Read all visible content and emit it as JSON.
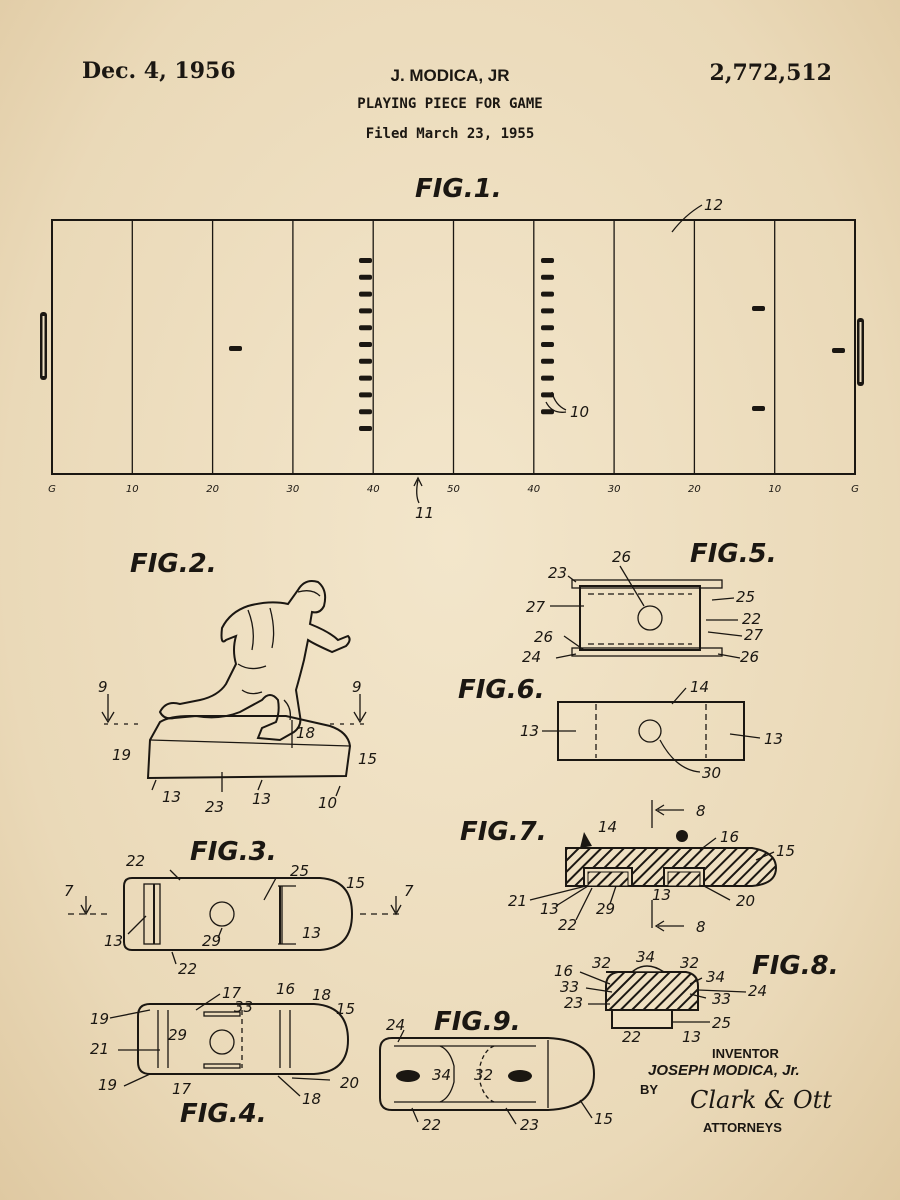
{
  "header": {
    "date": "Dec. 4, 1956",
    "inventor": "J. MODICA, JR",
    "title": "PLAYING PIECE FOR GAME",
    "filed": "Filed March 23, 1955",
    "patent_number": "2,772,512"
  },
  "figures": {
    "fig1": "FIG.1.",
    "fig2": "FIG.2.",
    "fig3": "FIG.3.",
    "fig4": "FIG.4.",
    "fig5": "FIG.5.",
    "fig6": "FIG.6.",
    "fig7": "FIG.7.",
    "fig8": "FIG.8.",
    "fig9": "FIG.9."
  },
  "field": {
    "yard_labels": [
      "G",
      "10",
      "20",
      "30",
      "40",
      "50",
      "40",
      "30",
      "20",
      "10",
      "G"
    ],
    "ref_12": "12",
    "ref_10": "10",
    "ref_11": "11"
  },
  "refs": {
    "fig2": [
      "9",
      "9",
      "19",
      "18",
      "15",
      "13",
      "23",
      "13",
      "10"
    ],
    "fig3": [
      "22",
      "25",
      "15",
      "7",
      "7",
      "13",
      "29",
      "13",
      "22"
    ],
    "fig4": [
      "17",
      "16",
      "18",
      "19",
      "33",
      "15",
      "29",
      "21",
      "19",
      "17",
      "20",
      "18"
    ],
    "fig5": [
      "23",
      "26",
      "25",
      "27",
      "22",
      "26",
      "27",
      "24",
      "26"
    ],
    "fig6": [
      "14",
      "13",
      "13",
      "30"
    ],
    "fig7": [
      "8",
      "14",
      "16",
      "15",
      "21",
      "13",
      "29",
      "13",
      "20",
      "22",
      "8"
    ],
    "fig8": [
      "34",
      "32",
      "32",
      "16",
      "34",
      "33",
      "24",
      "23",
      "33",
      "22",
      "13",
      "25"
    ],
    "fig9": [
      "24",
      "34",
      "32",
      "22",
      "23",
      "15"
    ]
  },
  "signature": {
    "inventor_label": "INVENTOR",
    "inventor_name": "JOSEPH MODICA, Jr.",
    "by_label": "BY",
    "signature_text": "Clark & Ott",
    "attorneys_label": "ATTORNEYS"
  }
}
